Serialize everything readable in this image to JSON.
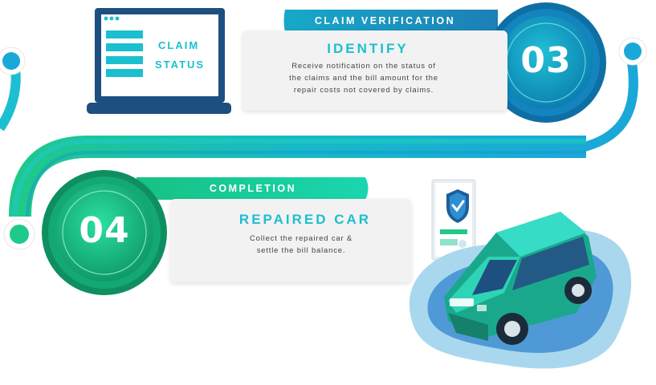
{
  "steps": [
    {
      "number": "03",
      "category": "CLAIM VERIFICATION",
      "title": "IDENTIFY",
      "description_lines": [
        "Receive notification on the status of",
        "the claims and the bill amount for the",
        "repair costs not covered by claims."
      ]
    },
    {
      "number": "04",
      "category": "COMPLETION",
      "title": "REPAIRED CAR",
      "description_lines": [
        "Collect the repaired car &",
        "settle the bill balance."
      ]
    }
  ],
  "laptop": {
    "line1": "CLAIM",
    "line2": "STATUS"
  },
  "icons": [
    "laptop-icon",
    "certificate-shield-icon",
    "checkmark-icon",
    "car-icon"
  ],
  "colors": {
    "teal": "#1bbfd0",
    "blue_dark": "#0f5e8c",
    "green": "#1fc98a",
    "navy": "#1d4f80"
  }
}
